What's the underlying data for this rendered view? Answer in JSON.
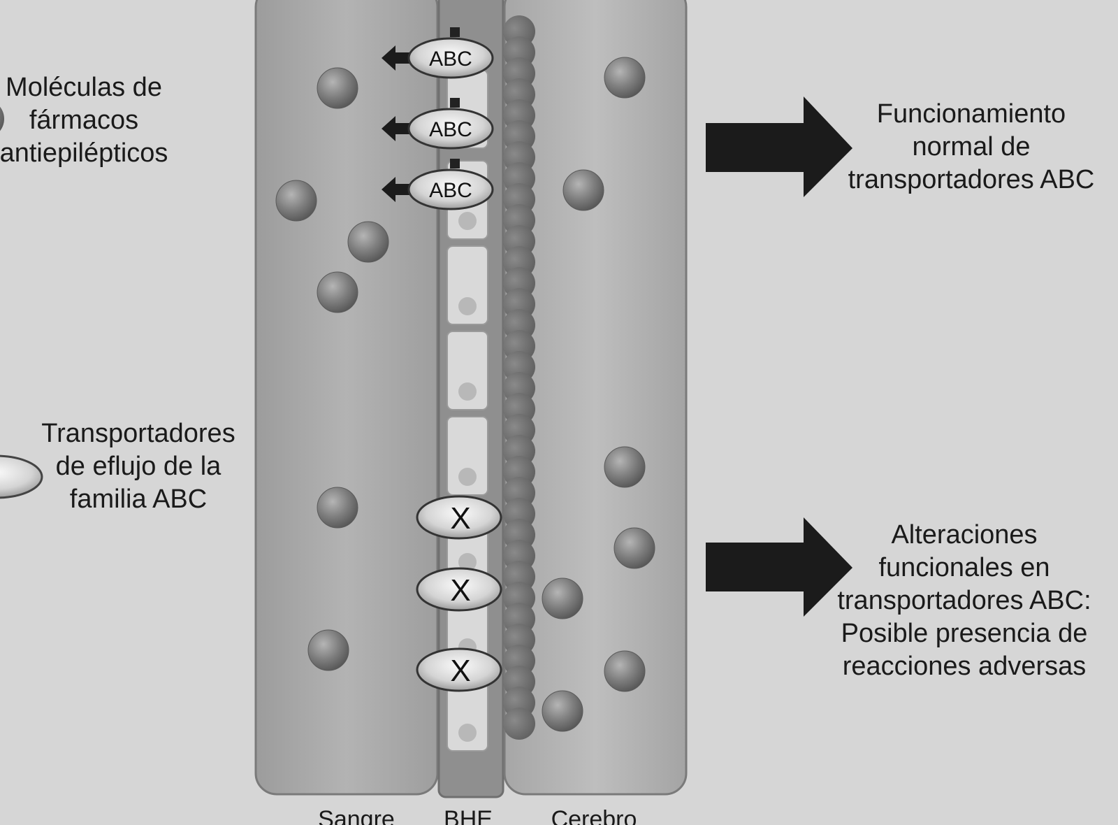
{
  "legend": {
    "drug_molecules": {
      "lines": [
        "Moléculas de",
        "fármacos",
        "antiepilépticos"
      ]
    },
    "efflux_transporters": {
      "lines": [
        "Transportadores",
        "de eflujo de la",
        "familia ABC"
      ]
    }
  },
  "outcomes": {
    "normal": {
      "lines": [
        "Funcionamiento",
        "normal de",
        "transportadores ABC"
      ]
    },
    "altered": {
      "lines": [
        "Alteraciones",
        "funcionales en",
        "transportadores ABC:",
        "Posible presencia de",
        "reacciones adversas"
      ]
    }
  },
  "regions": {
    "blood": "Sangre",
    "bbb": "BHE",
    "brain": "Cerebro"
  },
  "transporter_label": "ABC",
  "blocked_label": "X",
  "colors": {
    "background": "#d6d6d6",
    "panel": "#a9a9a9",
    "panel_light": "#bdbdbd",
    "membrane": "#c9c9c9",
    "molecule": "#7d7d7d",
    "arrow": "#1b1b1b"
  }
}
